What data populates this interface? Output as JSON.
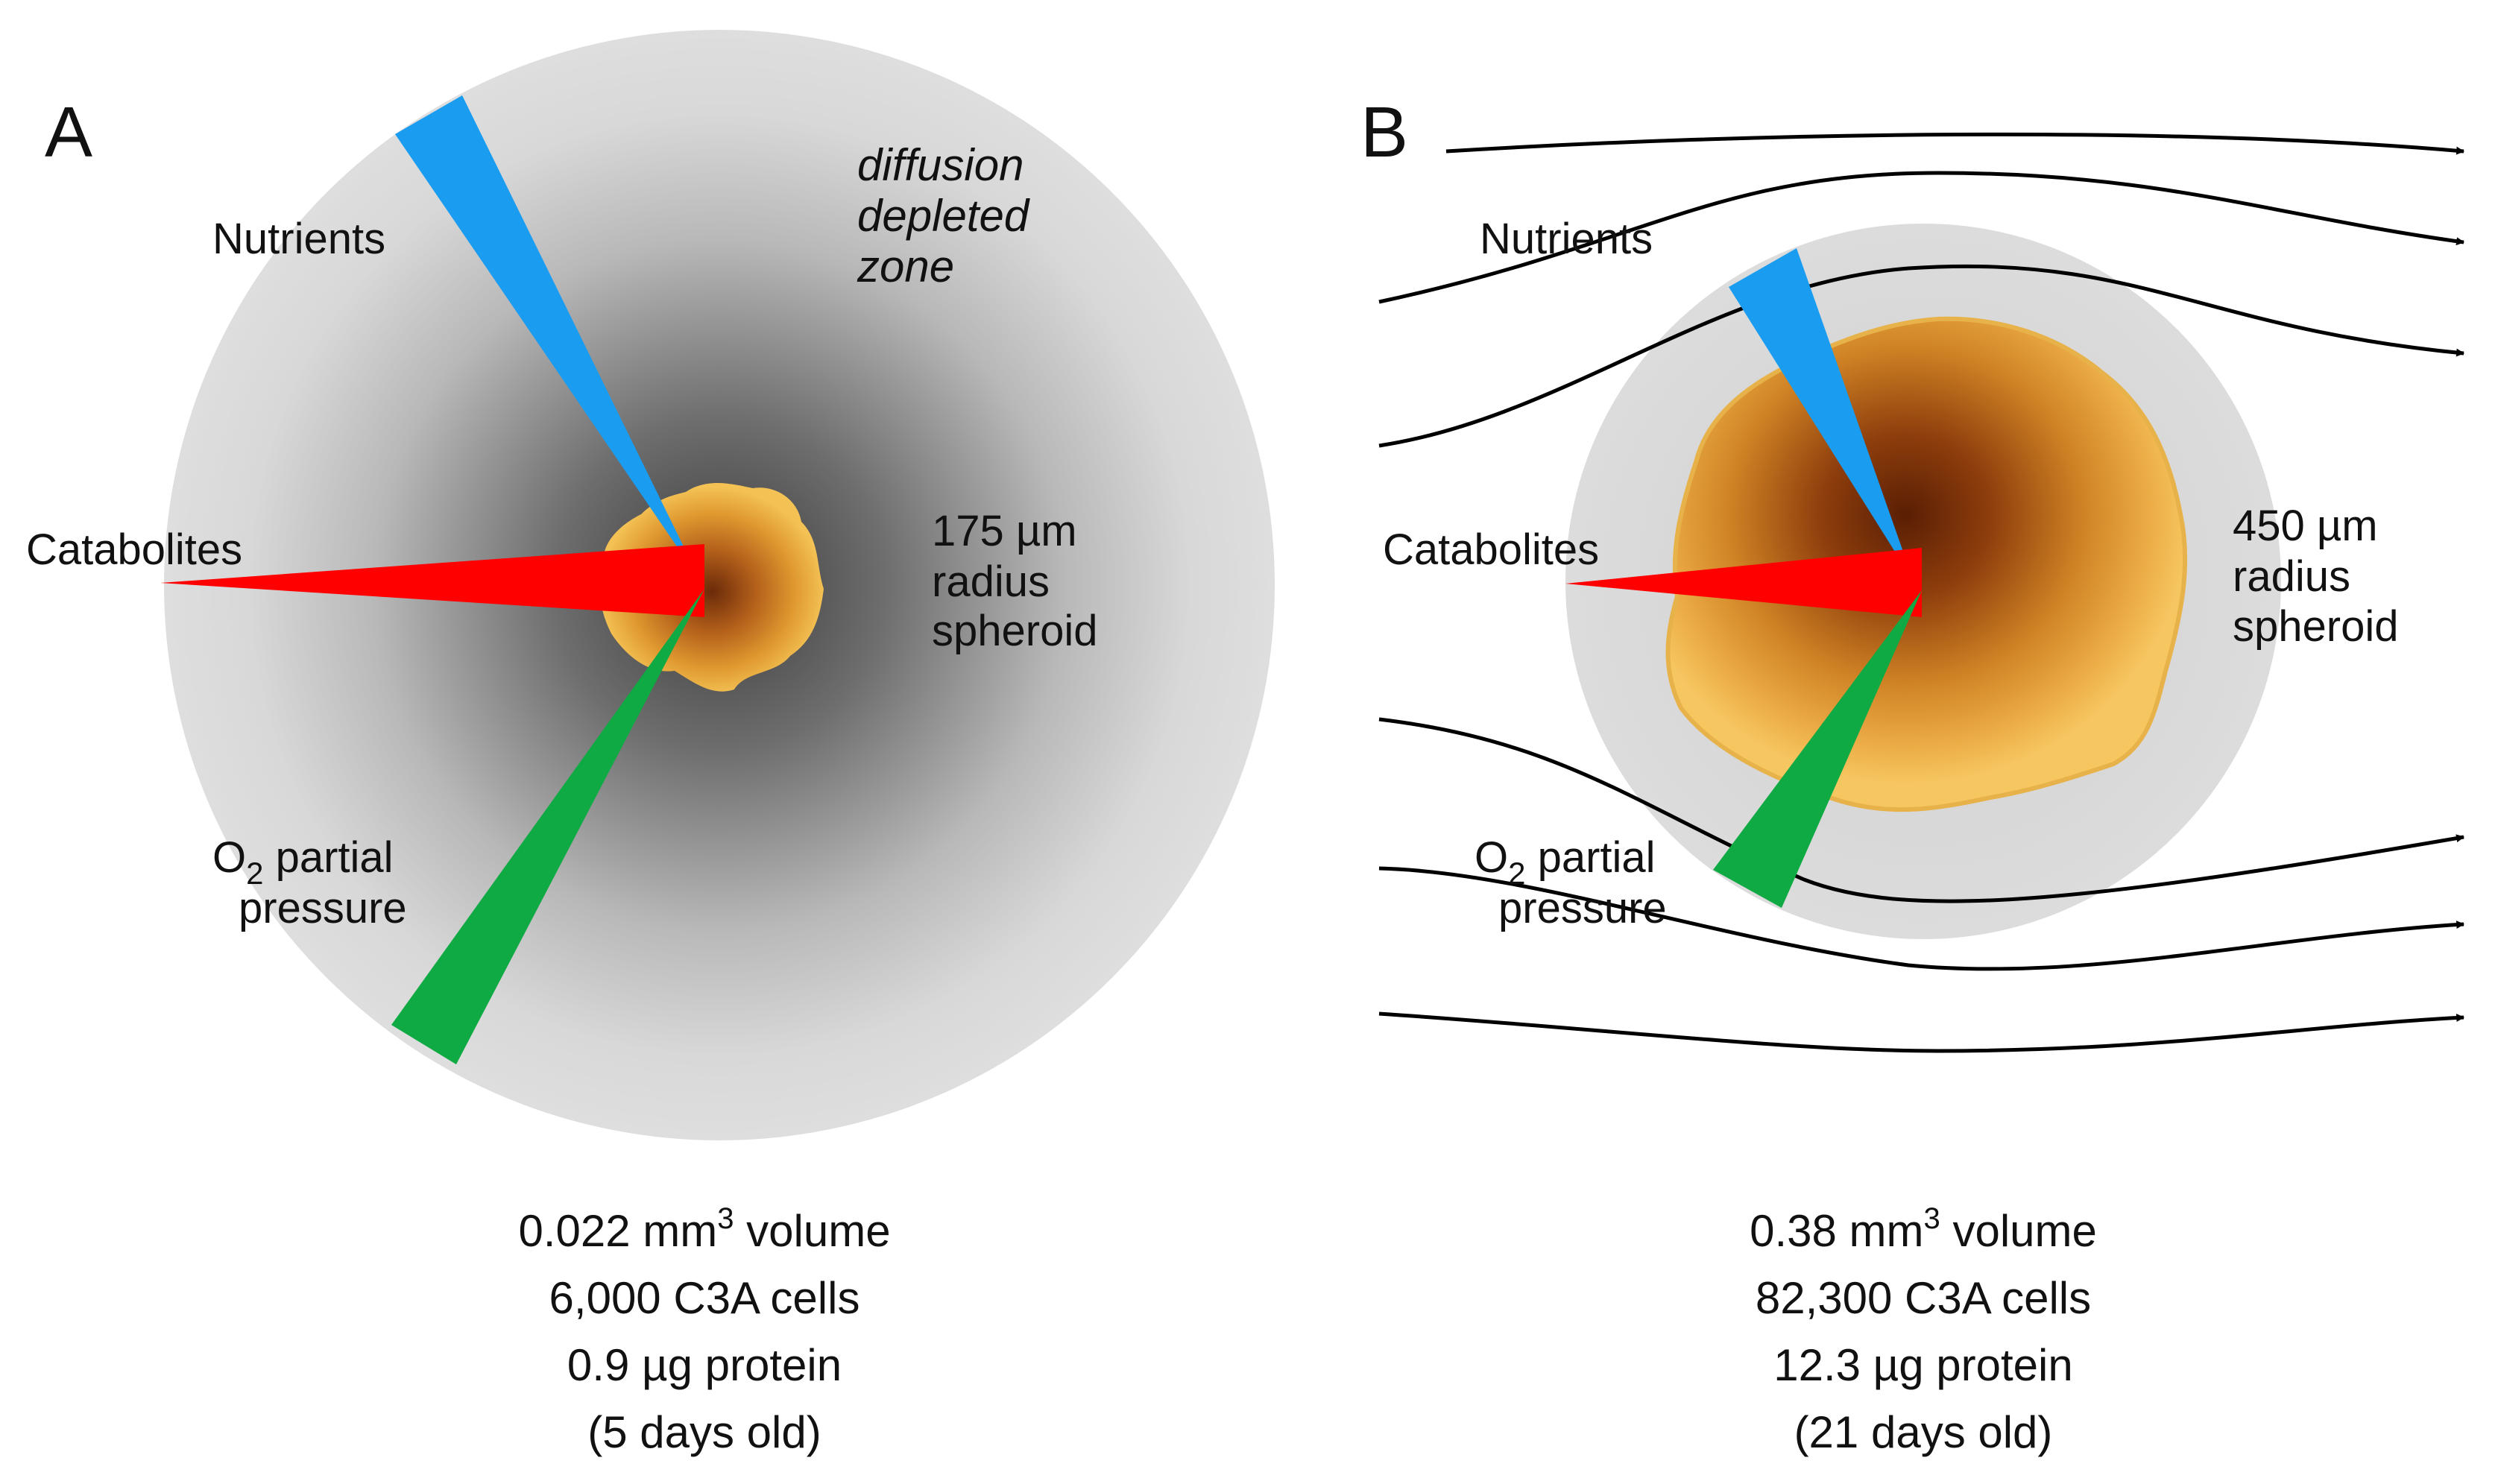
{
  "panels": [
    {
      "letter": "A",
      "labels": {
        "nutrients": "Nutrients",
        "catabolites": "Catabolites",
        "o2_prefix": "O",
        "o2_sub": "2",
        "o2_suffix": " partial",
        "pressure": "pressure"
      },
      "zone": [
        "diffusion",
        "depleted",
        "zone"
      ],
      "radius": [
        "175 µm",
        "radius",
        "spheroid"
      ],
      "stats": {
        "volume_value": "0.022 mm",
        "volume_sup": "3",
        "volume_unit": " volume",
        "cells": "6,000 C3A cells",
        "protein": "0.9 µg protein",
        "age": "(5 days old)"
      }
    },
    {
      "letter": "B",
      "labels": {
        "nutrients": "Nutrients",
        "catabolites": "Catabolites",
        "o2_prefix": "O",
        "o2_sub": "2",
        "o2_suffix": " partial",
        "pressure": "pressure"
      },
      "radius": [
        "450 µm",
        "radius",
        "spheroid"
      ],
      "stats": {
        "volume_value": "0.38 mm",
        "volume_sup": "3",
        "volume_unit": " volume",
        "cells": "82,300 C3A cells",
        "protein": "12.3 µg protein",
        "age": "(21 days old)"
      }
    }
  ],
  "colors": {
    "nutrients": "#1a9cf0",
    "catabolites": "#ff0000",
    "oxygen": "#10aa44",
    "halo": "#d8d8d8",
    "spheroid": "#e3a235",
    "flow_lines": "#000000"
  }
}
